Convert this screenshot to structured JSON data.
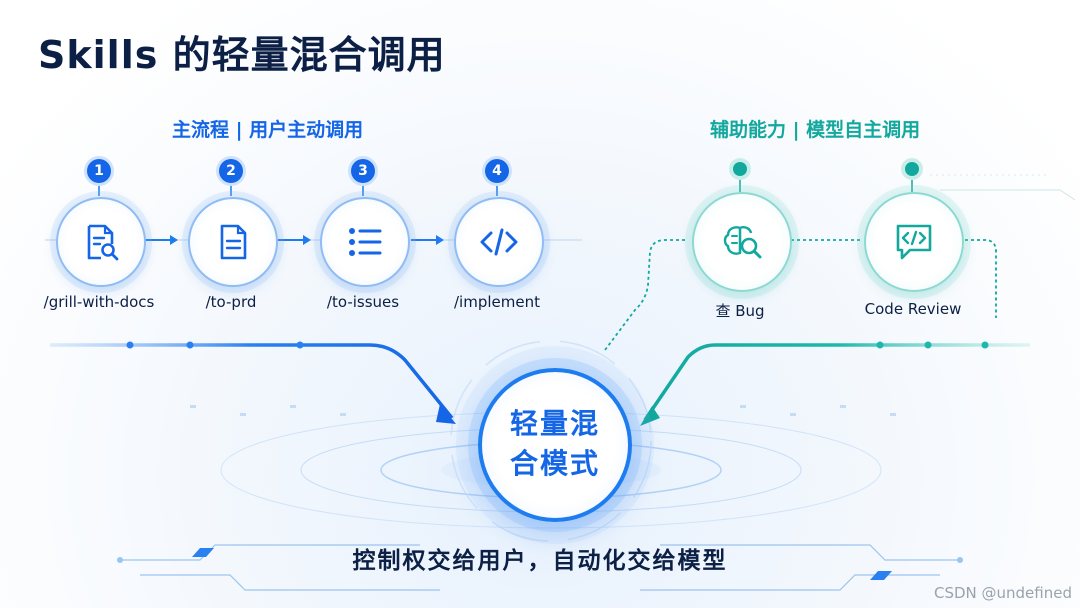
{
  "title": "Skills 的轻量混合调用",
  "main_flow": {
    "label": "主流程 | 用户主动调用",
    "steps": [
      {
        "num": "1",
        "label": "/grill-with-docs",
        "icon": "document-search-icon"
      },
      {
        "num": "2",
        "label": "/to-prd",
        "icon": "document-icon"
      },
      {
        "num": "3",
        "label": "/to-issues",
        "icon": "list-icon"
      },
      {
        "num": "4",
        "label": "/implement",
        "icon": "code-icon"
      }
    ]
  },
  "aux_flow": {
    "label": "辅助能力 | 模型自主调用",
    "items": [
      {
        "label": "查 Bug",
        "icon": "brain-search-icon"
      },
      {
        "label": "Code Review",
        "icon": "code-chat-icon"
      }
    ]
  },
  "hub": {
    "line1": "轻量混",
    "line2": "合模式"
  },
  "slogan": "控制权交给用户，自动化交给模型",
  "watermark": "CSDN @undefined",
  "colors": {
    "primary": "#1566e6",
    "teal": "#12a89e",
    "navy": "#0c1f44"
  }
}
